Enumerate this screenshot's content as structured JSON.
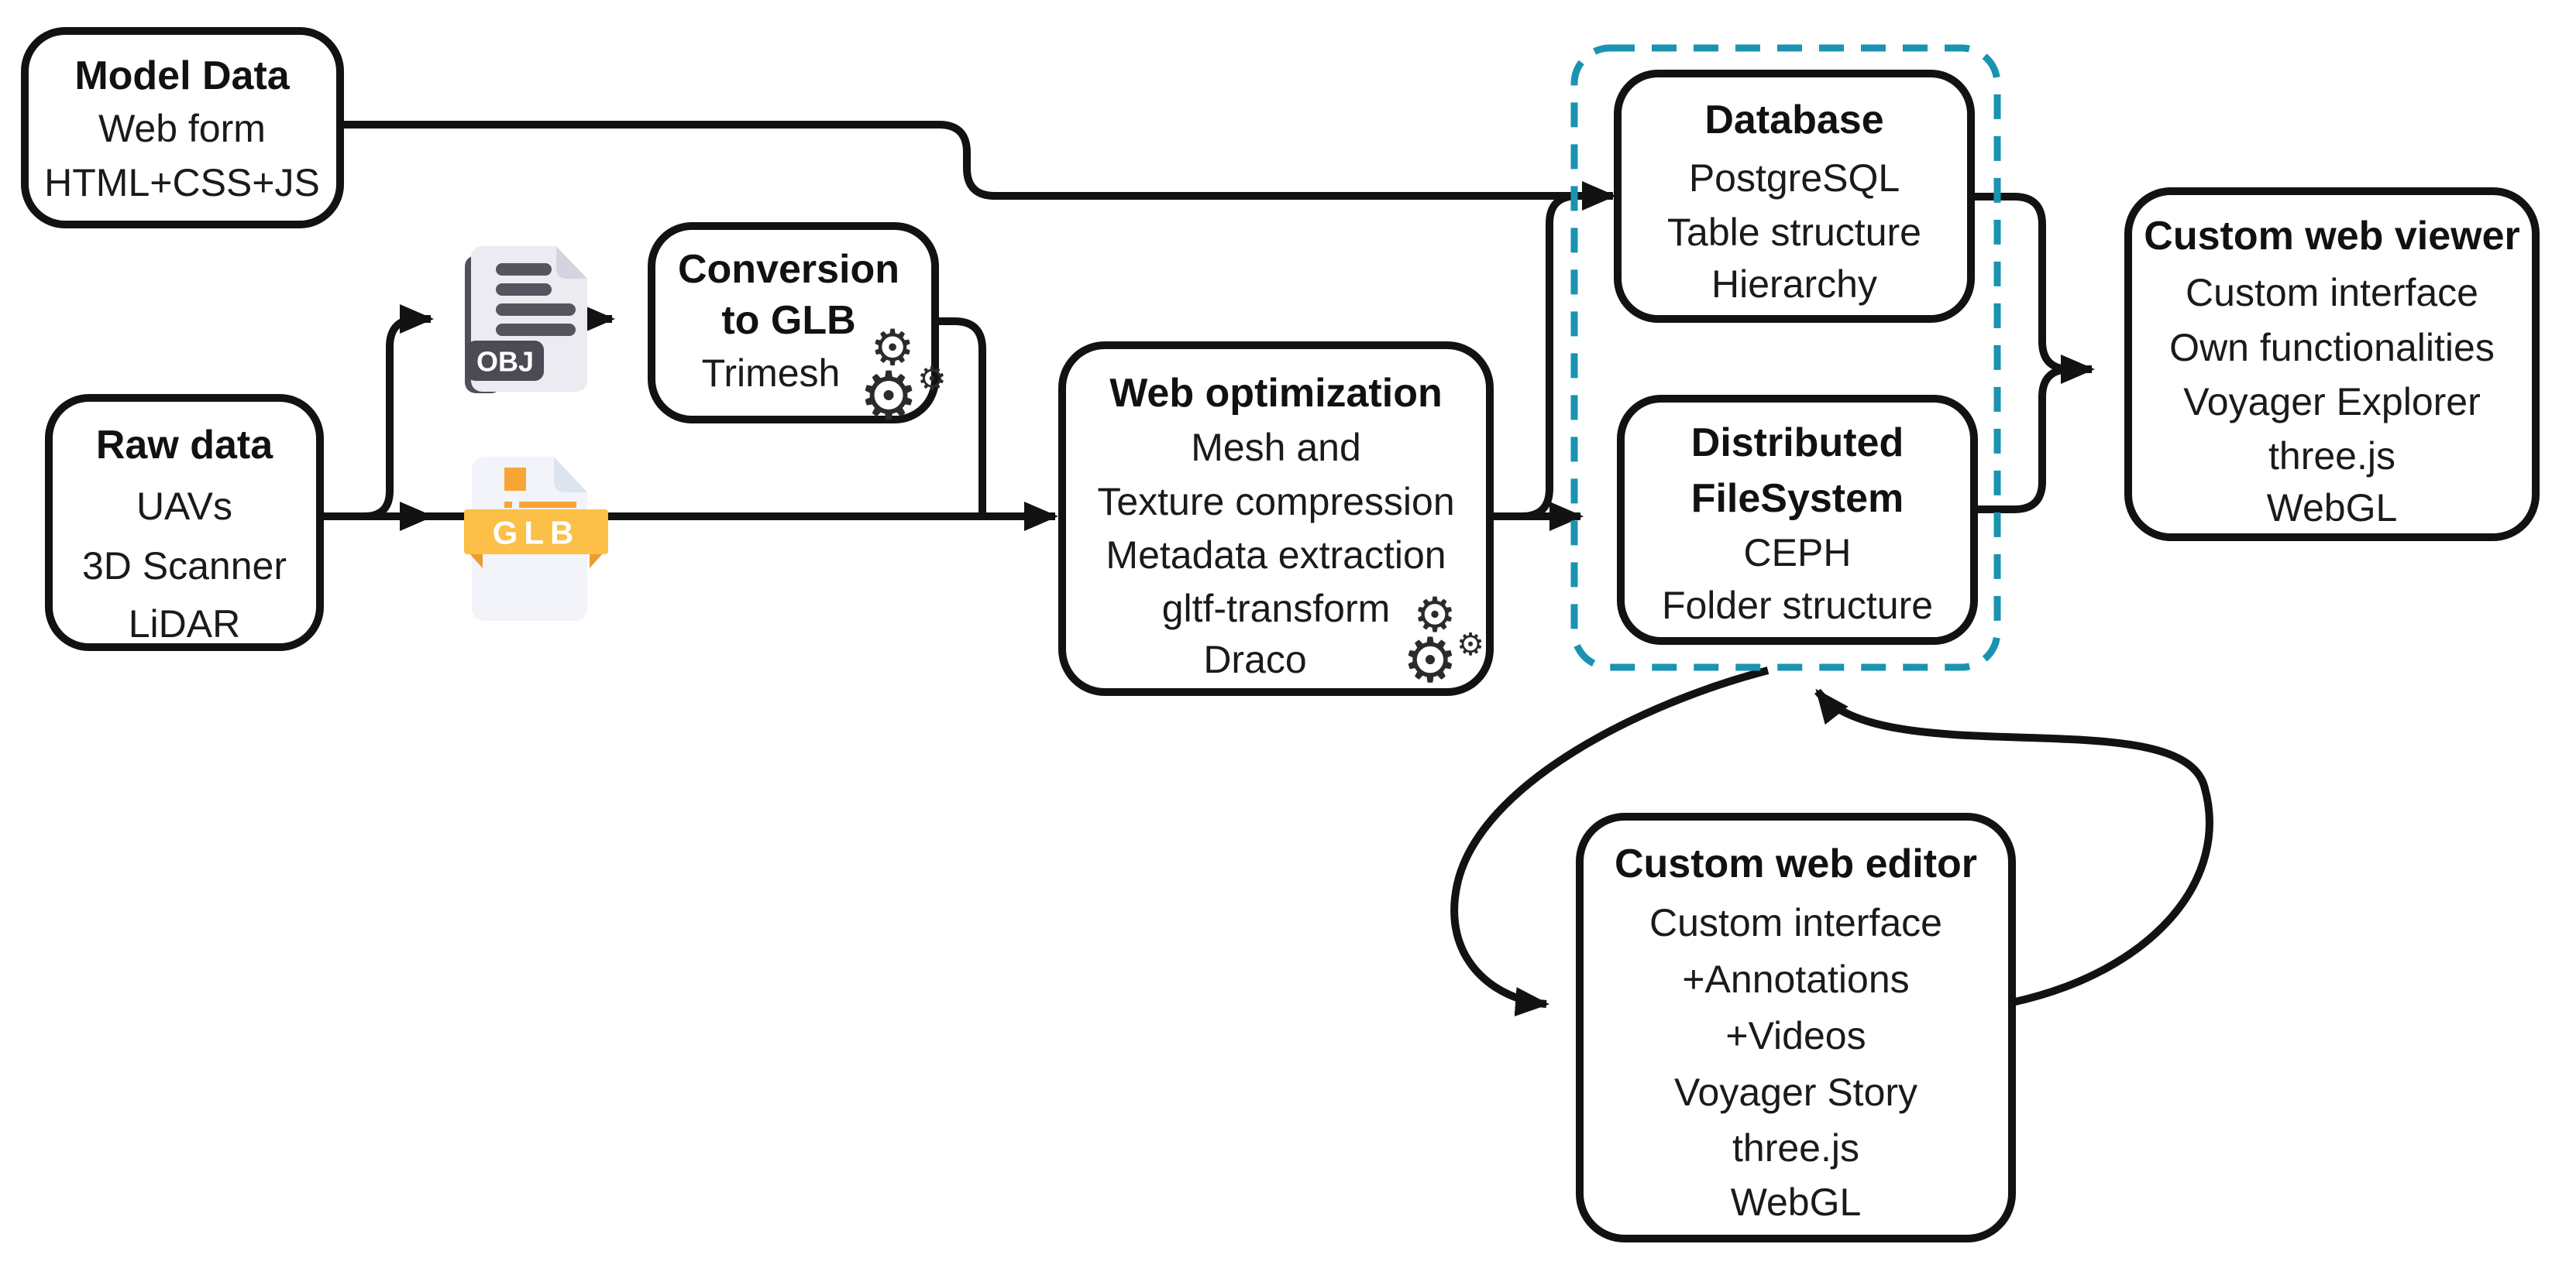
{
  "diagram": {
    "title_semantic": "3D model web publication pipeline flowchart",
    "colors": {
      "line": "#121212",
      "dashed_group": "#1a93b1",
      "obj_icon_dark": "#52515c",
      "obj_icon_page": "#ebebf1",
      "glb_icon_orange": "#f7a636",
      "glb_icon_ribbon": "#fcbf47",
      "text": "#1a1a1a"
    },
    "nodes": {
      "model_data": {
        "lines": [
          "Model Data",
          "Web form",
          "HTML+CSS+JS"
        ]
      },
      "raw_data": {
        "lines": [
          "Raw data",
          "UAVs",
          "3D Scanner",
          "LiDAR"
        ]
      },
      "conversion": {
        "lines": [
          "Conversion",
          "to GLB",
          "Trimesh"
        ]
      },
      "web_optimization": {
        "lines": [
          "Web optimization",
          "Mesh and",
          "Texture compression",
          "Metadata extraction",
          "gltf-transform",
          "Draco"
        ]
      },
      "database": {
        "lines": [
          "Database",
          "PostgreSQL",
          "Table structure",
          "Hierarchy"
        ]
      },
      "filesystem": {
        "lines": [
          "Distributed",
          "FileSystem",
          "CEPH",
          "Folder structure"
        ]
      },
      "viewer": {
        "lines": [
          "Custom web viewer",
          "Custom interface",
          "Own functionalities",
          "Voyager Explorer",
          "three.js",
          "WebGL"
        ]
      },
      "editor": {
        "lines": [
          "Custom web editor",
          "Custom interface",
          "+Annotations",
          "+Videos",
          "Voyager Story",
          "three.js",
          "WebGL"
        ]
      }
    },
    "file_icons": {
      "obj_label": "OBJ",
      "glb_label": "GLB"
    },
    "icons": {
      "gear": "⚙"
    },
    "edges": [
      {
        "from": "model_data",
        "to": "database"
      },
      {
        "from": "raw_data",
        "to": "obj_file"
      },
      {
        "from": "raw_data",
        "to": "glb_file"
      },
      {
        "from": "obj_file",
        "to": "conversion"
      },
      {
        "from": "conversion",
        "to": "web_optimization"
      },
      {
        "from": "glb_file",
        "to": "web_optimization"
      },
      {
        "from": "web_optimization",
        "to": "database"
      },
      {
        "from": "web_optimization",
        "to": "filesystem"
      },
      {
        "from": "database",
        "to": "viewer"
      },
      {
        "from": "filesystem",
        "to": "viewer"
      },
      {
        "from": "storage_group",
        "to": "editor"
      },
      {
        "from": "editor",
        "to": "storage_group"
      }
    ]
  }
}
